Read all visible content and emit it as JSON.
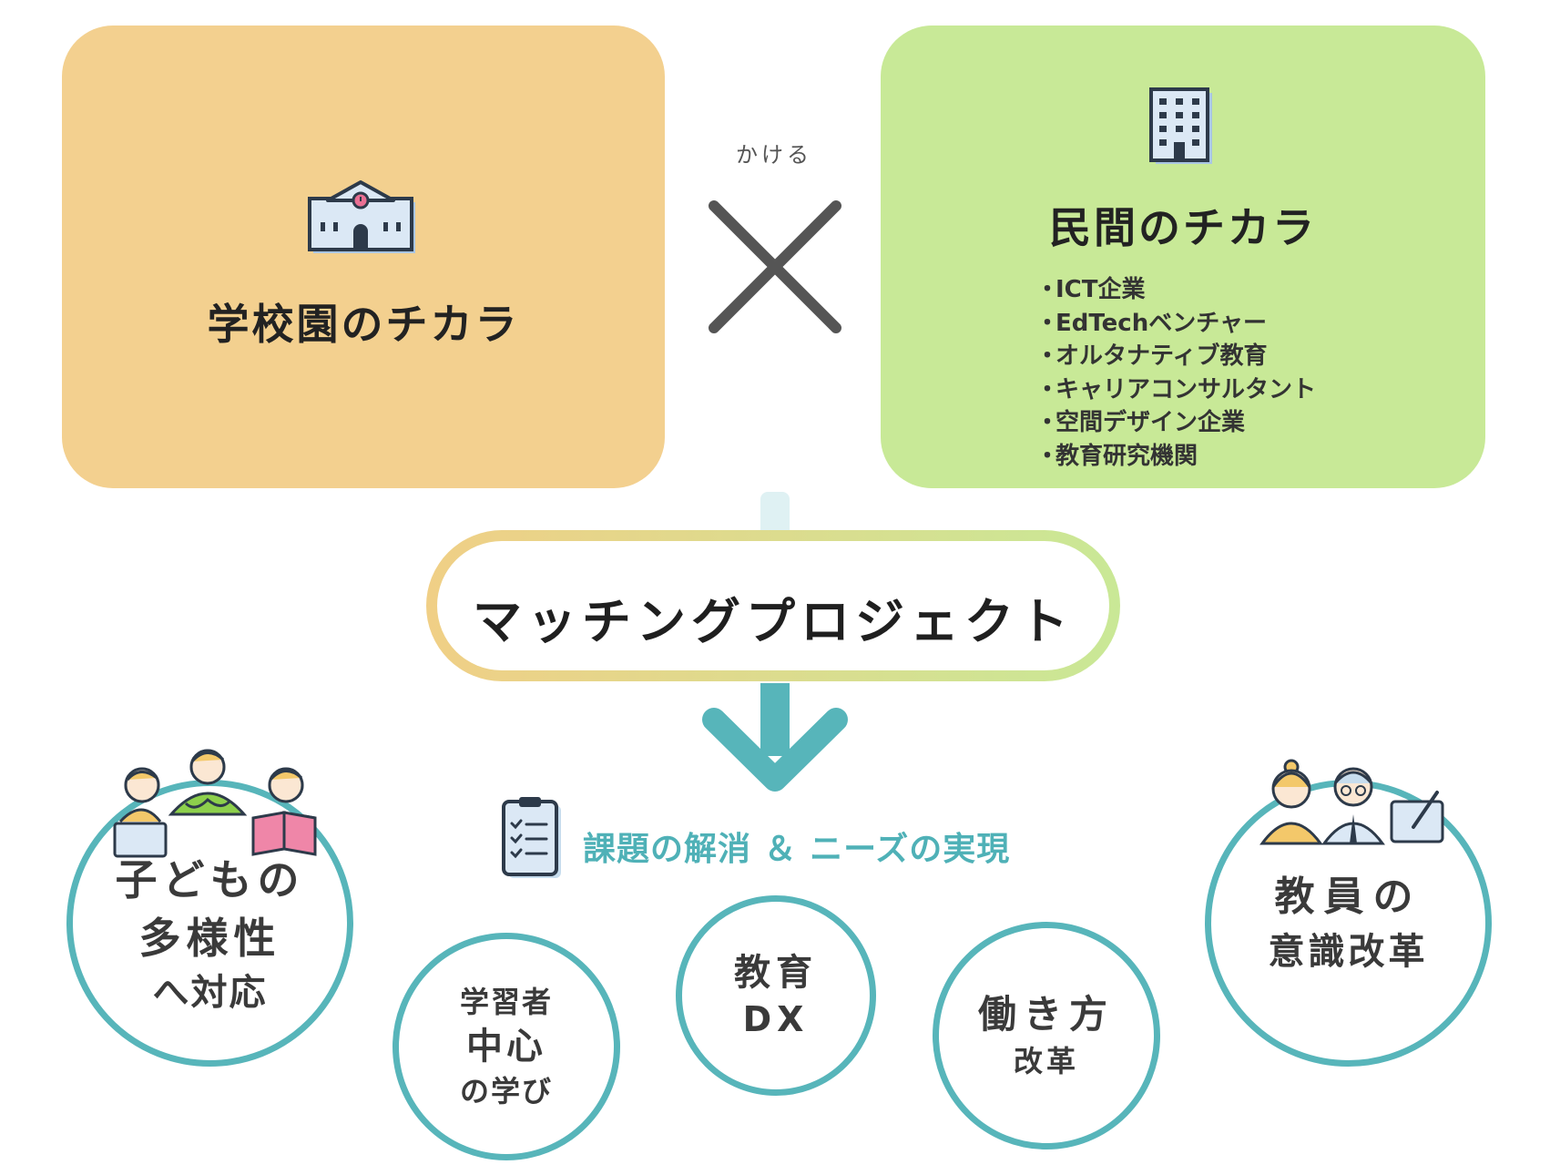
{
  "colors": {
    "school_box": "#f3d08f",
    "private_box": "#c8e997",
    "accent_teal": "#57b5ba",
    "pill_gradient_start": "#f0cf86",
    "pill_gradient_end": "#c9e896"
  },
  "school": {
    "title": "学校園のチカラ",
    "icon": "school-building-icon"
  },
  "private": {
    "title": "民間のチカラ",
    "icon": "office-building-icon",
    "items": [
      "ICT企業",
      "EdTechベンチャー",
      "オルタナティブ教育",
      "キャリアコンサルタント",
      "空間デザイン企業",
      "教育研究機関"
    ]
  },
  "connector": {
    "label": "かける",
    "icon": "multiply-cross-icon"
  },
  "matching": {
    "label": "マッチングプロジェクト",
    "arrow_icon": "down-arrow-icon"
  },
  "outcome": {
    "label": "課題の解消 ＆ ニーズの実現",
    "icon": "clipboard-checklist-icon"
  },
  "circles": {
    "diversity": {
      "line1": "子どもの",
      "line2": "多様性",
      "line3": "へ対応",
      "icon": "children-group-icon"
    },
    "learner": {
      "line1": "学習者",
      "line2": "中心",
      "line3": "の学び"
    },
    "dx": {
      "line1": "教育",
      "line2": "DX"
    },
    "work": {
      "line1": "働き方",
      "line2": "改革"
    },
    "teacher": {
      "line1": "教員の",
      "line2": "意識改革",
      "icon": "teachers-tablet-icon"
    }
  }
}
